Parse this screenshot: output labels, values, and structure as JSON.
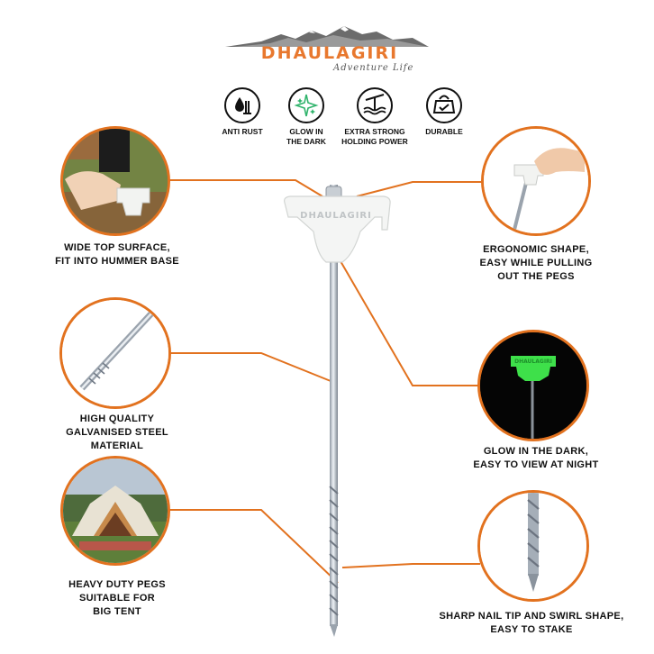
{
  "brand": {
    "name": "DHAULAGIRI",
    "tagline": "Adventure Life"
  },
  "features": [
    {
      "icon": "anti-rust-icon",
      "label_l1": "ANTI RUST",
      "label_l2": ""
    },
    {
      "icon": "glow-icon",
      "label_l1": "GLOW IN",
      "label_l2": "THE DARK"
    },
    {
      "icon": "holding-power-icon",
      "label_l1": "EXTRA STRONG",
      "label_l2": "HOLDING POWER"
    },
    {
      "icon": "durable-icon",
      "label_l1": "DURABLE",
      "label_l2": ""
    }
  ],
  "product": {
    "head_text": "DHAULAGIRI",
    "glow_head_text": "DHAULAGIRI"
  },
  "callouts": {
    "top_left": {
      "l1": "WIDE TOP SURFACE,",
      "l2": "FIT INTO HUMMER BASE"
    },
    "mid_left": {
      "l1": "HIGH QUALITY",
      "l2": "GALVANISED STEEL",
      "l3": "MATERIAL"
    },
    "bottom_left": {
      "l1": "HEAVY DUTY PEGS",
      "l2": "SUITABLE FOR",
      "l3": "BIG TENT"
    },
    "top_right": {
      "l1": "ERGONOMIC SHAPE,",
      "l2": "EASY WHILE PULLING",
      "l3": "OUT THE PEGS"
    },
    "mid_right": {
      "l1": "GLOW IN THE DARK,",
      "l2": "EASY TO VIEW AT NIGHT"
    },
    "bottom_right": {
      "l1": "SHARP NAIL TIP AND SWIRL SHAPE,",
      "l2": "EASY TO STAKE"
    }
  },
  "colors": {
    "accent": "#e2721f",
    "glow": "#3ee04a",
    "text": "#111111"
  }
}
